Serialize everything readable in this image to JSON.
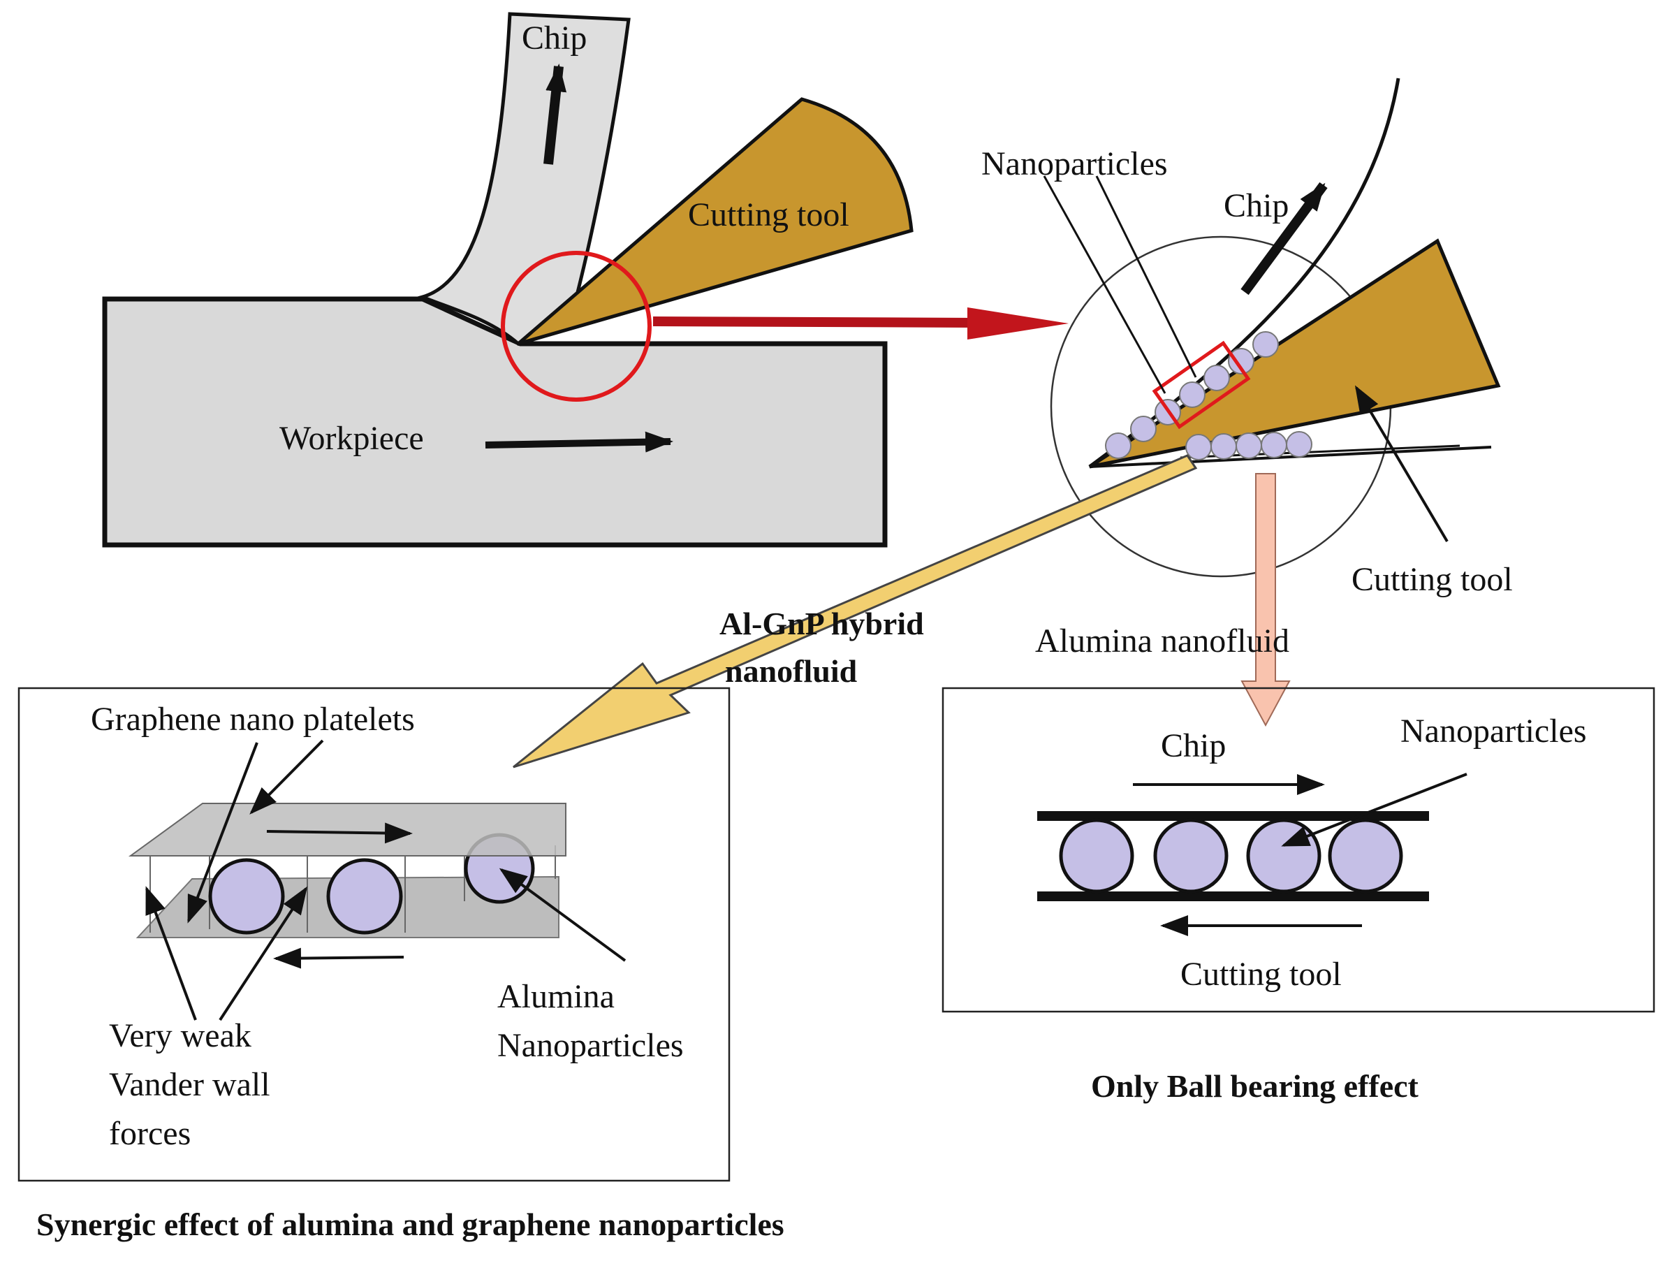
{
  "colors": {
    "tool_fill": "#c8962e",
    "workpiece_fill": "#d9d9d9",
    "chip_fill": "#dedede",
    "particle_fill": "#c5bfe6",
    "highlight_red": "#e0191c",
    "transfer_arrow_red": "#b3121a",
    "hybrid_arrow_yellow": "#f2cf70",
    "alumina_arrow_pink": "#f9c3ae",
    "platelet_gray": "#bdbdbd"
  },
  "main": {
    "chip_label": "Chip",
    "cutting_tool_label": "Cutting tool",
    "workpiece_label": "Workpiece"
  },
  "zoom": {
    "nanoparticles_label": "Nanoparticles",
    "chip_label": "Chip",
    "cutting_tool_label": "Cutting tool",
    "hybrid_label_line1": "Al-GnP hybrid",
    "hybrid_label_line2": "nanofluid",
    "alumina_label": "Alumina nanofluid"
  },
  "hybrid_panel": {
    "graphene_label": "Graphene nano platelets",
    "vdw_line1": "Very weak",
    "vdw_line2": "Vander wall",
    "vdw_line3": "forces",
    "alumina_line1": "Alumina",
    "alumina_line2": "Nanoparticles",
    "caption": "Synergic effect of alumina and graphene nanoparticles"
  },
  "ball_panel": {
    "chip_label": "Chip",
    "nanoparticles_label": "Nanoparticles",
    "cutting_tool_label": "Cutting tool",
    "caption": "Only Ball bearing effect"
  }
}
